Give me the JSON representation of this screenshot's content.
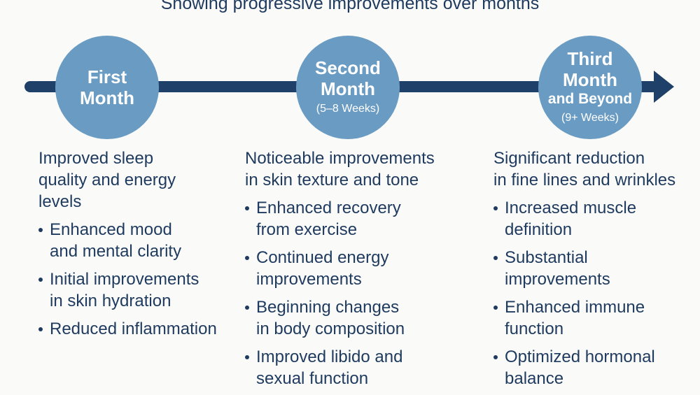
{
  "title": "Showing progressive improvements over months",
  "colors": {
    "circle": "#6a9bc3",
    "timeline": "#1f4068",
    "text": "#1f3a5f",
    "background": "#fafbf8"
  },
  "stages": [
    {
      "label_lines": [
        "First",
        "Month"
      ],
      "sub": "",
      "intro": [
        "Improved sleep",
        "quality and energy",
        "levels"
      ],
      "bullets": [
        [
          "Enhanced mood",
          "and mental clarity"
        ],
        [
          "Initial improvements",
          "in skin hydration"
        ],
        [
          "Reduced inflammation"
        ]
      ]
    },
    {
      "label_lines": [
        "Second",
        "Month"
      ],
      "sub": "(5–8 Weeks)",
      "intro": [
        "Noticeable improvements",
        "in skin texture and tone"
      ],
      "bullets": [
        [
          "Enhanced recovery",
          "from exercise"
        ],
        [
          "Continued energy",
          "improvements"
        ],
        [
          "Beginning changes",
          "in body composition"
        ],
        [
          "Improved libido and",
          "sexual function"
        ]
      ]
    },
    {
      "label_lines": [
        "Third",
        "Month",
        "and Beyond"
      ],
      "sub": "(9+ Weeks)",
      "intro": [
        "Significant reduction",
        "in fine lines and wrinkles"
      ],
      "bullets": [
        [
          "Increased muscle",
          "definition"
        ],
        [
          "Substantial",
          "improvements"
        ],
        [
          "Enhanced immune",
          "function"
        ],
        [
          "Optimized hormonal",
          "balance"
        ]
      ]
    }
  ]
}
